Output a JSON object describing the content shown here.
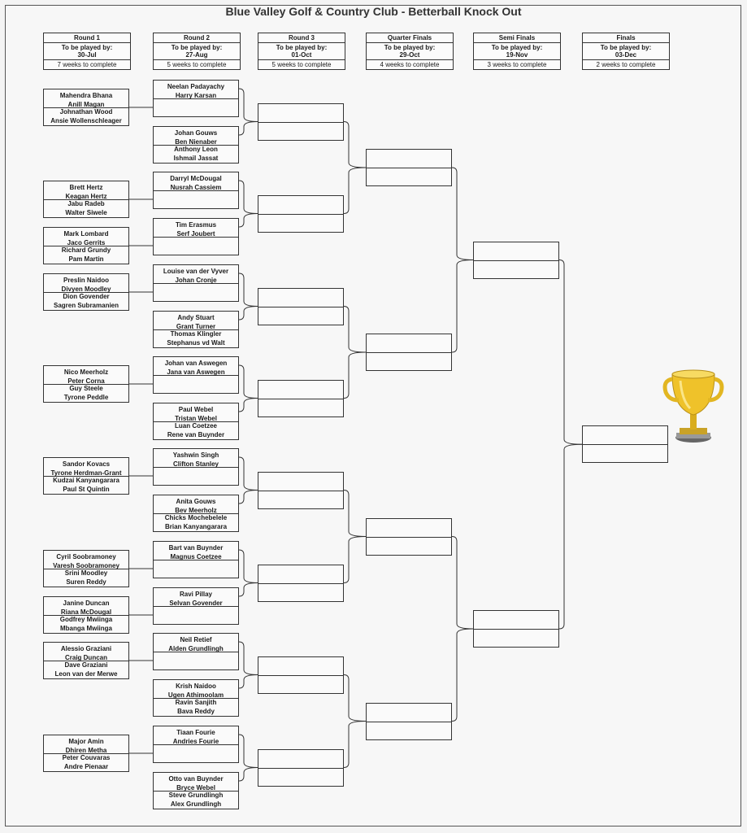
{
  "title": "Blue Valley Golf & Country Club - Betterball Knock Out",
  "rounds": [
    {
      "name": "Round 1",
      "play": "To be played by:",
      "date": "30-Jul",
      "weeks": "7 weeks to complete"
    },
    {
      "name": "Round 2",
      "play": "To be played by:",
      "date": "27-Aug",
      "weeks": "5 weeks to complete"
    },
    {
      "name": "Round 3",
      "play": "To be played by:",
      "date": "01-Oct",
      "weeks": "5 weeks to complete"
    },
    {
      "name": "Quarter Finals",
      "play": "To be played by:",
      "date": "29-Oct",
      "weeks": "4 weeks to complete"
    },
    {
      "name": "Semi Finals",
      "play": "To be played by:",
      "date": "19-Nov",
      "weeks": "3 weeks to complete"
    },
    {
      "name": "Finals",
      "play": "To be played by:",
      "date": "03-Dec",
      "weeks": "2 weeks to complete"
    }
  ],
  "round1": [
    [
      [
        "Mahendra Bhana",
        "Anill Magan"
      ],
      [
        "Johnathan Wood",
        "Ansie Wollenschleager"
      ]
    ],
    [
      [
        "Brett Hertz",
        "Keagan Hertz"
      ],
      [
        "Jabu Radeb",
        "Walter Siwele"
      ]
    ],
    [
      [
        "Mark Lombard",
        "Jaco Gerrits"
      ],
      [
        "Richard Grundy",
        "Pam Martin"
      ]
    ],
    [
      [
        "Preslin Naidoo",
        "Divyen Moodley"
      ],
      [
        "Dion Govender",
        "Sagren Subramanien"
      ]
    ],
    [
      [
        "Nico Meerholz",
        "Peter Corna"
      ],
      [
        "Guy Steele",
        "Tyrone Peddle"
      ]
    ],
    [
      [
        "Sandor Kovacs",
        "Tyrone Herdman-Grant"
      ],
      [
        "Kudzai Kanyangarara",
        "Paul St Quintin"
      ]
    ],
    [
      [
        "Cyril Soobramoney",
        "Varesh Soobramoney"
      ],
      [
        "Srini Moodley",
        "Suren Reddy"
      ]
    ],
    [
      [
        "Janine Duncan",
        "Riana McDougal"
      ],
      [
        "Godfrey Mwiinga",
        "Mbanga Mwiinga"
      ]
    ],
    [
      [
        "Alessio Graziani",
        "Craig Duncan"
      ],
      [
        "Dave Graziani",
        "Leon van der Merwe"
      ]
    ],
    [
      [
        "Major Amin",
        "Dhiren Metha"
      ],
      [
        "Peter Couvaras",
        "Andre Pienaar"
      ]
    ]
  ],
  "round2": [
    [
      [
        "Neelan Padayachy",
        "Harry Karsan"
      ],
      []
    ],
    [
      [
        "Johan Gouws",
        "Ben Nienaber"
      ],
      [
        "Anthony Leon",
        "Ishmail Jassat"
      ]
    ],
    [
      [
        "Darryl McDougal",
        "Nusrah Cassiem"
      ],
      []
    ],
    [
      [
        "Tim Erasmus",
        "Serf Joubert"
      ],
      []
    ],
    [
      [
        "Louise van der Vyver",
        "Johan Cronje"
      ],
      []
    ],
    [
      [
        "Andy Stuart",
        "Grant Turner"
      ],
      [
        "Thomas Klingler",
        "Stephanus vd Walt"
      ]
    ],
    [
      [
        "Johan van Aswegen",
        "Jana van Aswegen"
      ],
      []
    ],
    [
      [
        "Paul Webel",
        "Tristan Webel"
      ],
      [
        "Luan Coetzee",
        "Rene van Buynder"
      ]
    ],
    [
      [
        "Yashwin Singh",
        "Clifton Stanley"
      ],
      []
    ],
    [
      [
        "Anita Gouws",
        "Bev Meerholz"
      ],
      [
        "Chicks Mochebelele",
        "Brian Kanyangarara"
      ]
    ],
    [
      [
        "Bart van Buynder",
        "Magnus Coetzee"
      ],
      []
    ],
    [
      [
        "Ravi Pillay",
        "Selvan Govender"
      ],
      []
    ],
    [
      [
        "Neil Retief",
        "Alden Grundlingh"
      ],
      []
    ],
    [
      [
        "Krish Naidoo",
        "Ugen Athimoolam"
      ],
      [
        "Ravin Sanjith",
        "Bava Reddy"
      ]
    ],
    [
      [
        "Tiaan Fourie",
        "Andries Fourie"
      ],
      []
    ],
    [
      [
        "Otto van Buynder",
        "Bryce Webel"
      ],
      [
        "Steve Grundlingh",
        "Alex Grundlingh"
      ]
    ]
  ],
  "round3": [
    "",
    "",
    "",
    "",
    "",
    "",
    "",
    ""
  ],
  "quarter": [
    "",
    "",
    "",
    ""
  ],
  "semi": [
    "",
    ""
  ],
  "final": [
    ""
  ],
  "colors": {
    "line": "#333333",
    "box_bg": "#fafafa",
    "page_bg": "#f7f7f7",
    "trophy": "#e8b81c"
  },
  "icons": {
    "trophy": "trophy-icon"
  }
}
